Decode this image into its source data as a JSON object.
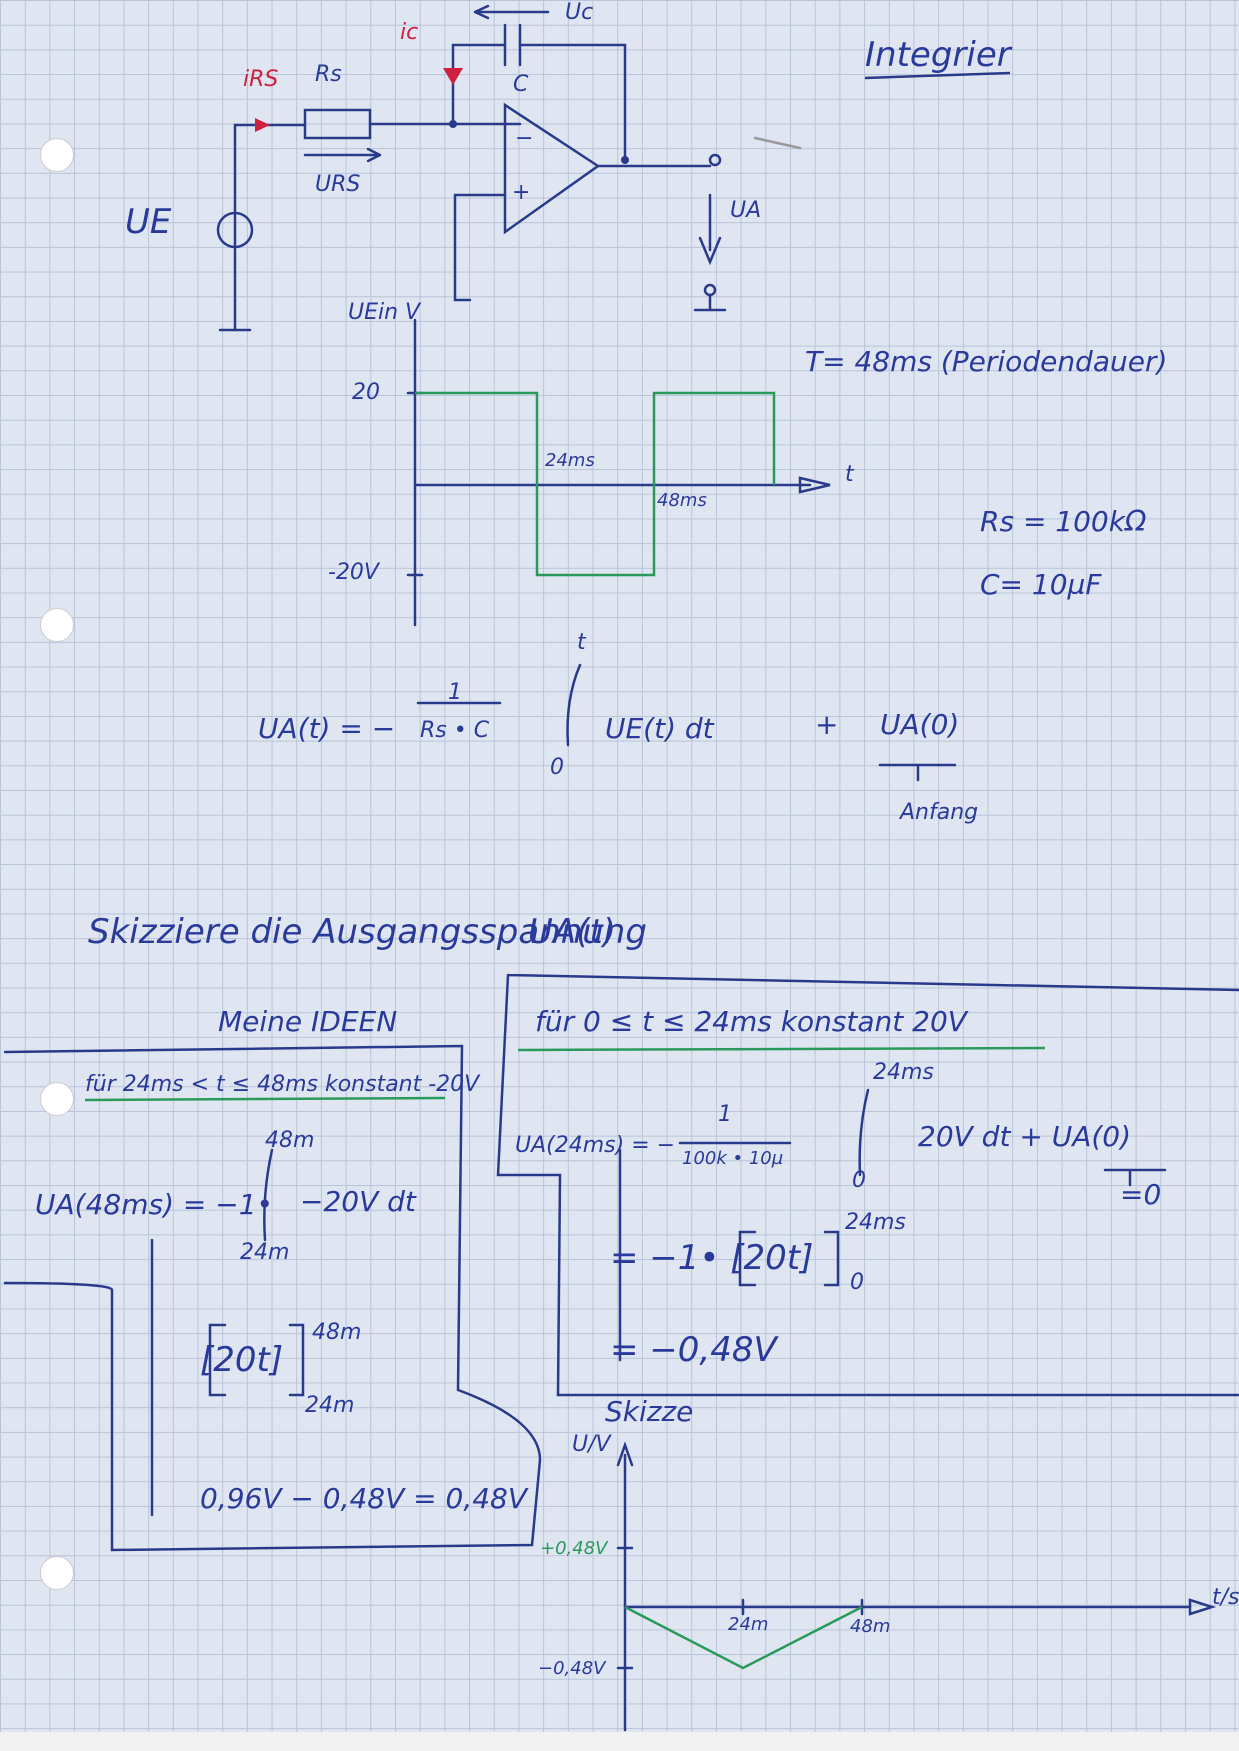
{
  "page": {
    "title": "Integrier",
    "circuit": {
      "label_ic": "ic",
      "label_irs": "iRS",
      "label_rs": "Rs",
      "label_c": "C",
      "label_uc": "Uc",
      "label_urs": "URS",
      "label_ue": "UE",
      "label_ua": "UA",
      "opamp_minus": "−",
      "opamp_plus": "+"
    },
    "input_plot": {
      "ylabel": "UEin V",
      "y_high": "20",
      "y_low": "-20V",
      "x_axis": "t",
      "mark_24": "24ms",
      "mark_48": "48ms"
    },
    "params": {
      "period": "T= 48ms (Periodendauer)",
      "rs": "Rs = 100kΩ",
      "c": "C= 10µF"
    },
    "formula": {
      "lhs": "UA(t) =  −",
      "frac_num": "1",
      "frac_den": "Rs • C",
      "integral_upper": "t",
      "integral_lower": "0",
      "integrand": "UE(t) dt",
      "plus": "+",
      "initial": "UA(0)",
      "initial_note": "Anfang"
    },
    "task": {
      "heading": "Skizziere die Ausgangsspannung",
      "var": "UA(t)",
      "ideas": "Meine IDEEN"
    },
    "case_left": {
      "condition": "für 24ms < t ≤ 48ms konstant -20V",
      "upper": "48m",
      "lower": "24m",
      "eq1_lhs": "UA(48ms) = −1•",
      "eq1_rhs": "−20V dt",
      "eq2": "[20t]",
      "eq2_upper": "48m",
      "eq2_lower": "24m",
      "eq3": "0,96V − 0,48V = 0,48V"
    },
    "case_right": {
      "condition": "für 0 ≤ t ≤ 24ms   konstant 20V",
      "upper": "24ms",
      "lower": "0",
      "eq1_lhs": "UA(24ms) = −",
      "frac_num": "1",
      "frac_den": "100k • 10µ",
      "eq1_rhs": "20V dt  + UA(0)",
      "eq1_zero": "=0",
      "eq2": "= −1• [20t]",
      "eq2_upper": "24ms",
      "eq2_lower": "0",
      "eq3": "= −0,48V"
    },
    "sketch": {
      "title": "Skizze",
      "ylabel": "U/V",
      "y_pos": "+0,48V",
      "y_neg": "−0,48V",
      "x_24": "24m",
      "x_48": "48m",
      "x_axis": "t/s"
    },
    "colors": {
      "ink": "#2a3a9a",
      "green": "#2a9a5a",
      "red": "#d02040"
    }
  }
}
